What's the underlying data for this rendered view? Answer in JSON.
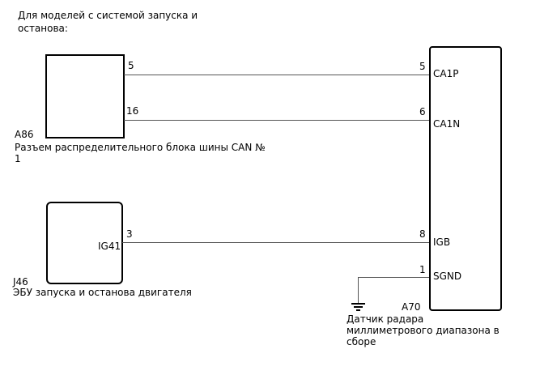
{
  "note": {
    "line1": "Для моделей с системой запуска и",
    "line2": "останова:"
  },
  "a86": {
    "code": "A86",
    "name_line1": "Разъем распределительного блока шины CAN №",
    "name_line2": "1",
    "pin_top": "5",
    "pin_bottom": "16"
  },
  "j46": {
    "code": "J46",
    "name": "ЭБУ запуска и останова двигателя",
    "terminal": "IG41",
    "pin": "3"
  },
  "a70": {
    "code": "A70",
    "name_line1": "Датчик радара",
    "name_line2": "миллиметрового диапазона в",
    "name_line3": "сборе",
    "terminals": [
      {
        "pin": "5",
        "name": "CA1P"
      },
      {
        "pin": "6",
        "name": "CA1N"
      },
      {
        "pin": "8",
        "name": "IGB"
      },
      {
        "pin": "1",
        "name": "SGND"
      }
    ]
  }
}
